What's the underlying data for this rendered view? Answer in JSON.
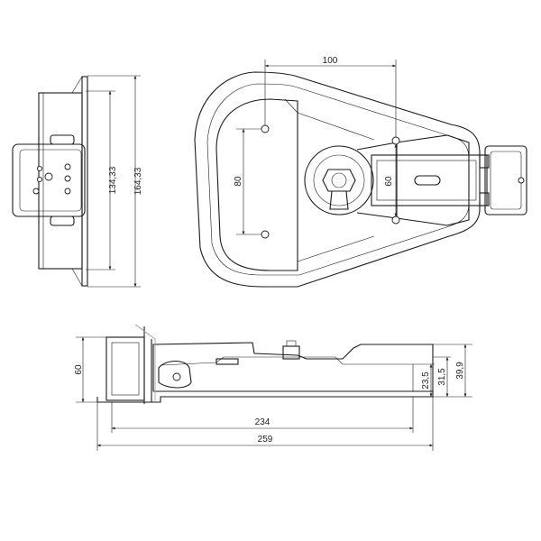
{
  "drawing": {
    "dimensions": {
      "side_height_outer": "164,33",
      "side_height_inner": "134,33",
      "top_hole_spacing": "100",
      "top_hole_vertical": "80",
      "top_hole_vertical_right": "60",
      "front_height": "60",
      "front_h1": "23,5",
      "front_h2": "31,5",
      "front_h3": "39,9",
      "front_length_inner": "234",
      "front_length_outer": "259"
    }
  }
}
